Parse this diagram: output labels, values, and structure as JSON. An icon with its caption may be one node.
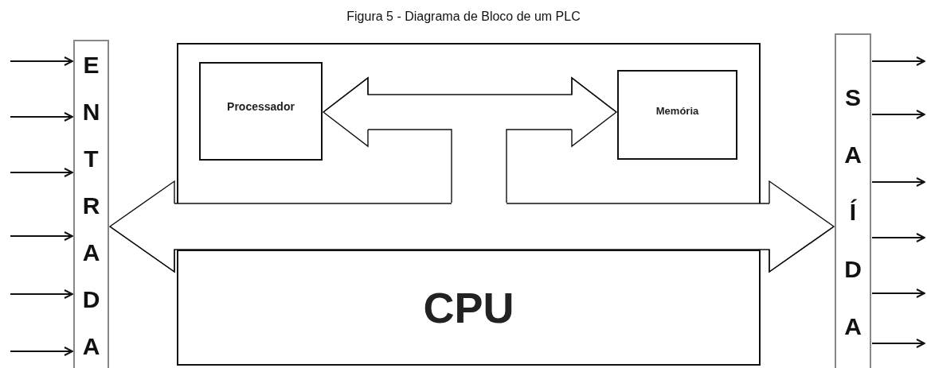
{
  "diagram": {
    "title": "Figura 5 - Diagrama de Bloco de um PLC",
    "nodes": [
      {
        "text": [
          "ENTRADA"
        ]
      },
      {
        "text": [],
        "shape": "box"
      },
      {
        "text": [
          "Processador"
        ],
        "in": 1
      },
      {
        "text": [
          "Memória"
        ],
        "in": 1
      },
      {
        "text": [
          "CPU"
        ]
      },
      {
        "text": [
          "SAÍDA"
        ]
      }
    ],
    "edges": [
      {
        "from": 2,
        "to": 3,
        "arrow": "both"
      },
      {
        "from": 0,
        "to": 5,
        "arrow": "both"
      },
      {
        "from": null,
        "to": 0,
        "arrow": "to"
      },
      {
        "from": null,
        "to": 0,
        "arrow": "to"
      },
      {
        "from": null,
        "to": 0,
        "arrow": "to"
      },
      {
        "from": null,
        "to": 0,
        "arrow": "to"
      },
      {
        "from": null,
        "to": 0,
        "arrow": "to"
      },
      {
        "from": null,
        "to": 0,
        "arrow": "to"
      },
      {
        "from": 5,
        "to": null,
        "arrow": "to"
      },
      {
        "from": 5,
        "to": null,
        "arrow": "to"
      },
      {
        "from": 5,
        "to": null,
        "arrow": "to"
      },
      {
        "from": 5,
        "to": null,
        "arrow": "to"
      },
      {
        "from": 5,
        "to": null,
        "arrow": "to"
      },
      {
        "from": 5,
        "to": null,
        "arrow": "to"
      }
    ]
  }
}
